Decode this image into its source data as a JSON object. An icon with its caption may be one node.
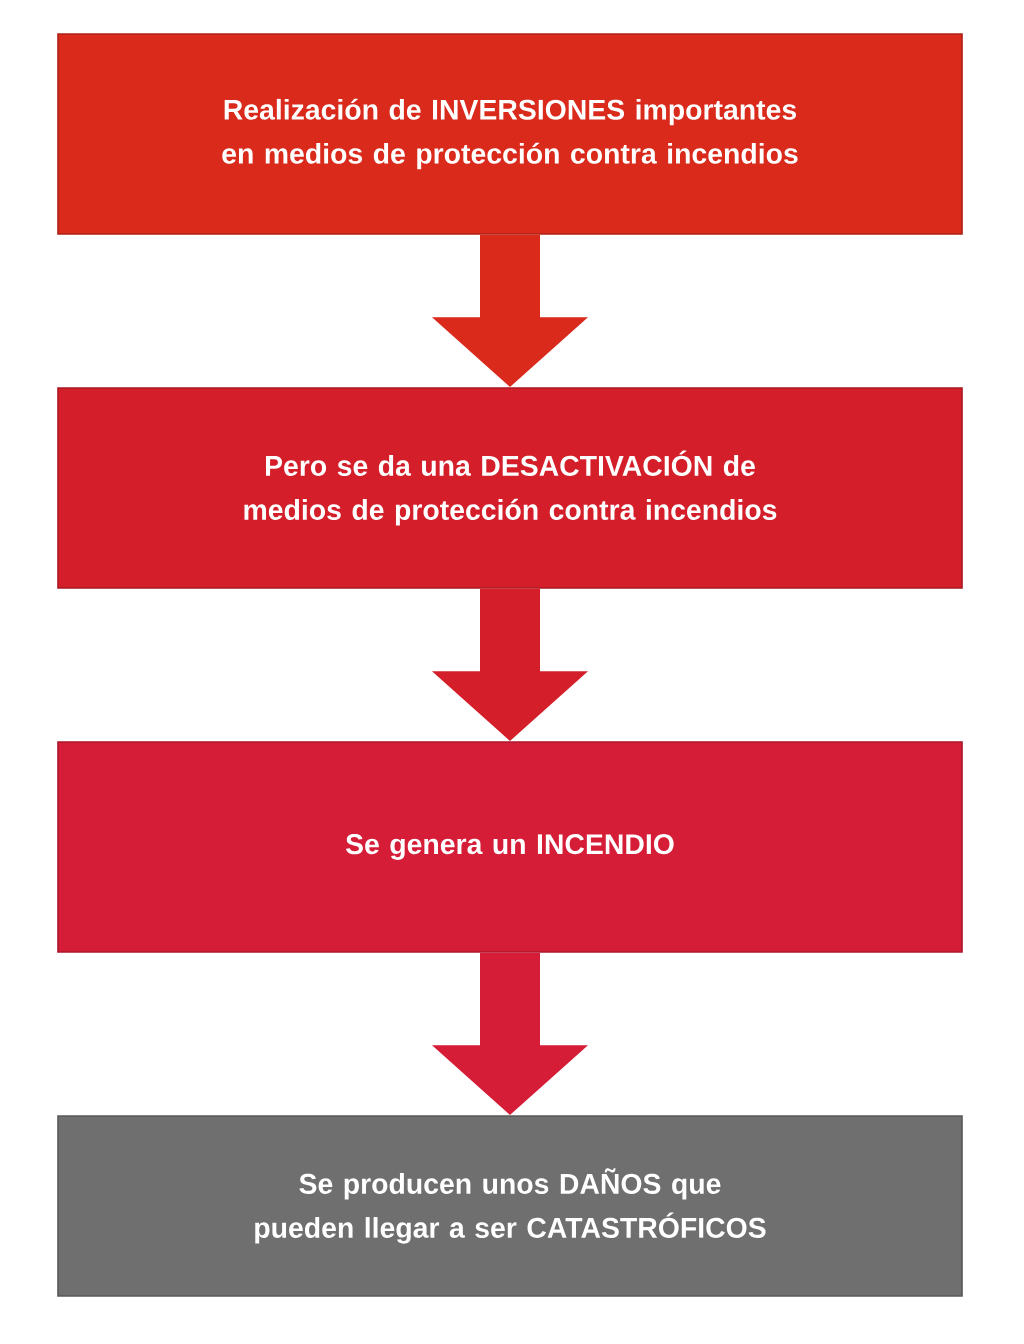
{
  "diagram": {
    "nodes": [
      {
        "text": [
          "Realización de INVERSIONES importantes en medios de protección contra incendios"
        ]
      },
      {
        "text": [
          "Pero se da una DESACTIVACIÓN de medios de protección contra incendios"
        ]
      },
      {
        "text": [
          "Se genera un INCENDIO"
        ]
      },
      {
        "text": [
          "Se producen unos DAÑOS que pueden llegar a ser CATASTRÓFICOS"
        ]
      }
    ],
    "edges": [
      {
        "from": 0,
        "to": 1,
        "arrow": "to",
        "color": "#d92a1c"
      },
      {
        "from": 1,
        "to": 2,
        "arrow": "to",
        "color": "#d41f2a"
      },
      {
        "from": 2,
        "to": 3,
        "arrow": "to",
        "color": "#d51d38"
      }
    ]
  }
}
